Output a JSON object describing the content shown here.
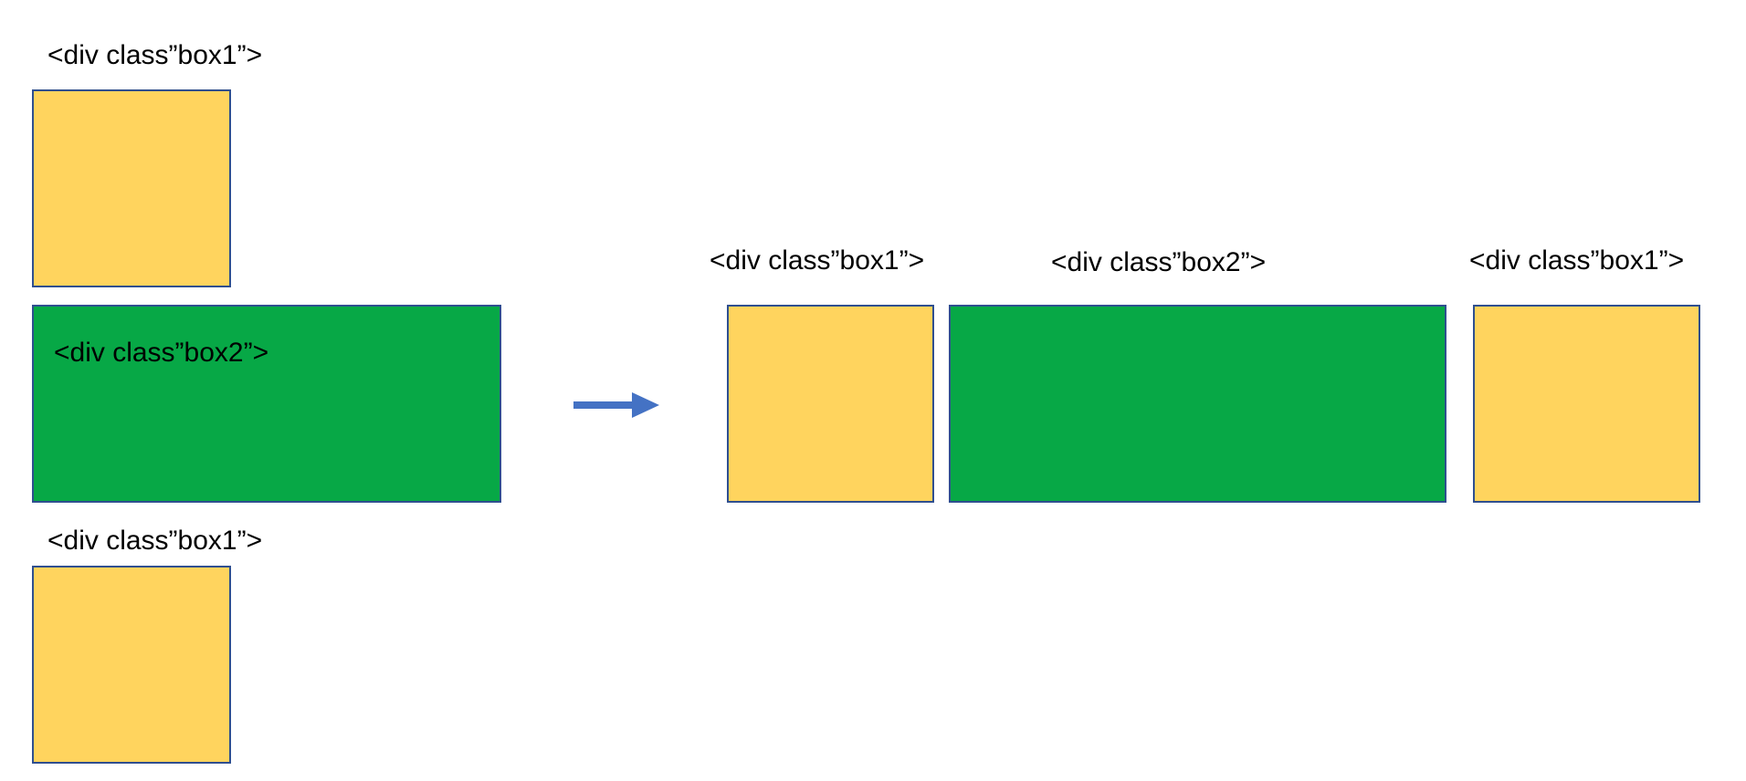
{
  "colors": {
    "box1_fill": "#FFD45E",
    "box2_fill": "#07A846",
    "box_border": "#2F4F8F",
    "arrow": "#4472C4"
  },
  "before": {
    "top_box1_label": "<div class”box1”>",
    "box2_label": "<div class”box2”>",
    "bottom_box1_label": "<div class”box1”>"
  },
  "arrow_icon": "right-arrow-icon",
  "after": {
    "left_box1_label": "<div class”box1”>",
    "box2_label": "<div class”box2”>",
    "right_box1_label": "<div class”box1”>"
  }
}
